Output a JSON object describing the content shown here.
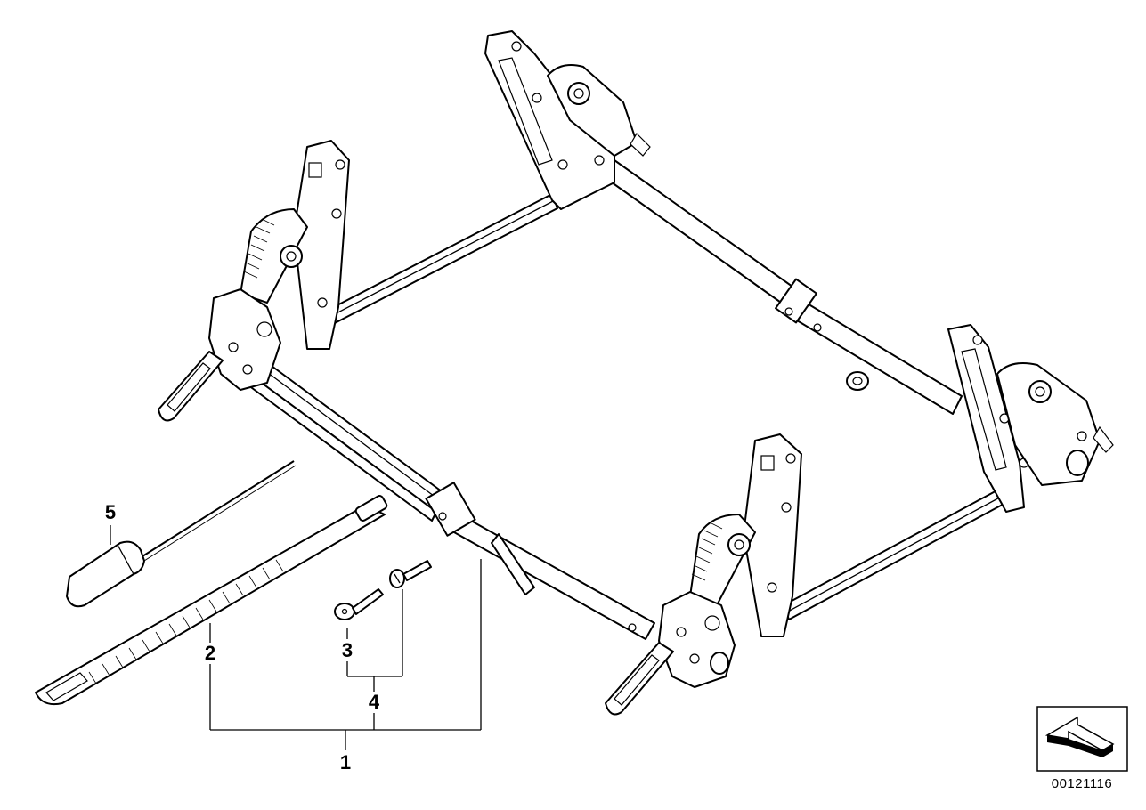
{
  "diagram": {
    "callouts": [
      {
        "id": "1",
        "label": "1"
      },
      {
        "id": "2",
        "label": "2"
      },
      {
        "id": "3",
        "label": "3"
      },
      {
        "id": "4",
        "label": "4"
      },
      {
        "id": "5",
        "label": "5"
      }
    ],
    "document_number": "00121116"
  }
}
